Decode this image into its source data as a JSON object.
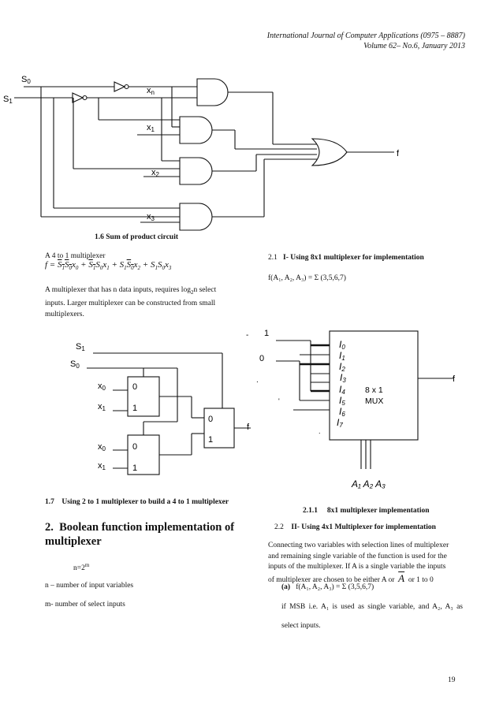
{
  "header": {
    "journal": "International Journal of Computer Applications (0975 – 8887)",
    "volume": "Volume 62– No.6, January 2013"
  },
  "fig16": {
    "labels": {
      "s0": "S",
      "s1": "S",
      "xn": "x",
      "x1": "x",
      "x2": "x",
      "x3": "x",
      "f": "f"
    },
    "subs": {
      "s0": "0",
      "s1": "1",
      "xn": "n",
      "x1": "1",
      "x2": "2",
      "x3": "3"
    },
    "caption": "1.6 Sum of product circuit"
  },
  "left": {
    "mux_heading": "A  4 to 1 multiplexer",
    "formula": {
      "lhs": "f = ",
      "terms": [
        {
          "a": "S",
          "as": "1",
          "b": "S",
          "bs": "0",
          "c": "x",
          "cs": "0",
          "a_bar": true,
          "b_bar": true
        },
        {
          "a": "S",
          "as": "1",
          "b": "S",
          "bs": "0",
          "c": "x",
          "cs": "1",
          "a_bar": true,
          "b_bar": false
        },
        {
          "a": "S",
          "as": "1",
          "b": "S",
          "bs": "0",
          "c": "x",
          "cs": "2",
          "a_bar": false,
          "b_bar": true
        },
        {
          "a": "S",
          "as": "1",
          "b": "S",
          "bs": "0",
          "c": "x",
          "cs": "3",
          "a_bar": false,
          "b_bar": false
        }
      ]
    },
    "para1_a": " A multiplexer that has n data inputs, requires log",
    "para1_sub": "2",
    "para1_b": "n select",
    "para1_l2": "inputs. Larger multiplexer can be constructed from small",
    "para1_l3": "multiplexers.",
    "fig17": {
      "s1": "S",
      "s1_sub": "1",
      "s0": "S",
      "s0_sub": "0",
      "top_x0": "x",
      "top_x0_sub": "0",
      "top_x1": "x",
      "top_x1_sub": "1",
      "bot_x0": "x",
      "bot_x0_sub": "0",
      "bot_x1": "x",
      "bot_x1_sub": "1",
      "in0": "0",
      "in1": "1",
      "in0b": "0",
      "in1b": "1",
      "out0": "0",
      "out1": "1",
      "f": "f"
    },
    "cap17_num": "1.7",
    "cap17_text": "Using 2 to 1 multiplexer to build a 4 to 1 multiplexer",
    "sec2_num": "2.",
    "sec2_title_l1": "Boolean function implementation of",
    "sec2_title_l2": "multiplexer",
    "eq_base": "n=2",
    "eq_sup": "m",
    "def_n": "n – number of input variables",
    "def_m": "m- number of select inputs"
  },
  "right": {
    "sec21_num": "2.1",
    "sec21_title": "I- Using 8x1 multiplexer for implementation",
    "func1": "f(A₁, A₂, A₃) =  Σ (3,5,6,7)",
    "mux8": {
      "one": "1",
      "zero": "0",
      "dash": "-",
      "dot": ".",
      "tick": "'",
      "inputs": [
        "I",
        "I",
        "I",
        "I",
        "I",
        "I",
        "I",
        "I"
      ],
      "input_subs": [
        "0",
        "1",
        "2",
        "3",
        "4",
        "5",
        "6",
        "7"
      ],
      "name_l1": "8 x 1",
      "name_l2": "MUX",
      "f": "f",
      "sel": "A₁ A₂ A₃"
    },
    "cap211_num": "2.1.1",
    "cap211_text": "8x1 multiplexer implementation",
    "sec22_num": "2.2",
    "sec22_title": "II- Using 4x1 Multiplexer for implementation",
    "para2_l1": "Connecting two variables with selection lines of multiplexer",
    "para2_l2": "and remaining single variable of the function is used for the",
    "para2_l3": "inputs of the multiplexer.  If A is a single variable the inputs",
    "para2_l4a": "of multiplexer are chosen to be either A or",
    "para2_l4bar": "A",
    "para2_l4b": "or 1 to 0",
    "item_a_label": "(a)",
    "item_a_func": "f(A₁, A₂, A₃) =  Σ (3,5,6,7)",
    "msb_l1": "if MSB i.e. A₁ is used as single variable, and A₂, A₃ as",
    "msb_l2": "select inputs."
  },
  "page_number": "19"
}
